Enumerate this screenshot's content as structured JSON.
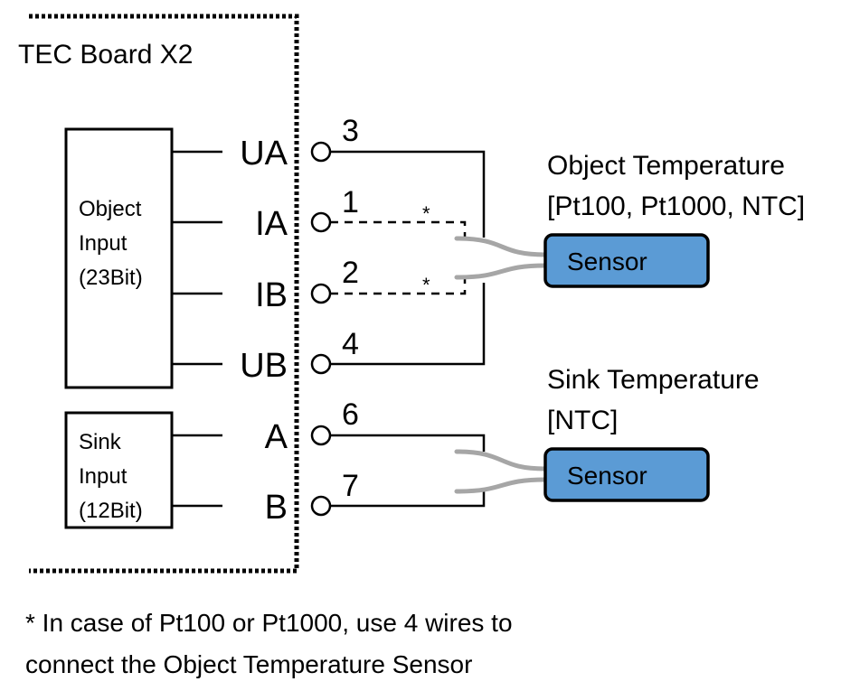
{
  "board": {
    "title": "TEC Board X2"
  },
  "object_input": {
    "line1": "Object",
    "line2": "Input",
    "line3": "(23Bit)"
  },
  "sink_input": {
    "line1": "Sink",
    "line2": "Input",
    "line3": "(12Bit)"
  },
  "terminals": [
    {
      "label": "UA",
      "pin": "3"
    },
    {
      "label": "IA",
      "pin": "1"
    },
    {
      "label": "IB",
      "pin": "2"
    },
    {
      "label": "UB",
      "pin": "4"
    },
    {
      "label": "A",
      "pin": "6"
    },
    {
      "label": "B",
      "pin": "7"
    }
  ],
  "asterisk": "*",
  "object_sensor": {
    "title": "Object Temperature",
    "types": "[Pt100, Pt1000, NTC]",
    "label": "Sensor",
    "fill_color": "#5b9bd5"
  },
  "sink_sensor": {
    "title": "Sink Temperature",
    "types": "[NTC]",
    "label": "Sensor",
    "fill_color": "#5b9bd5"
  },
  "footnote": {
    "line1": "* In case of Pt100 or Pt1000, use 4 wires to",
    "line2": "connect the Object Temperature Sensor"
  }
}
